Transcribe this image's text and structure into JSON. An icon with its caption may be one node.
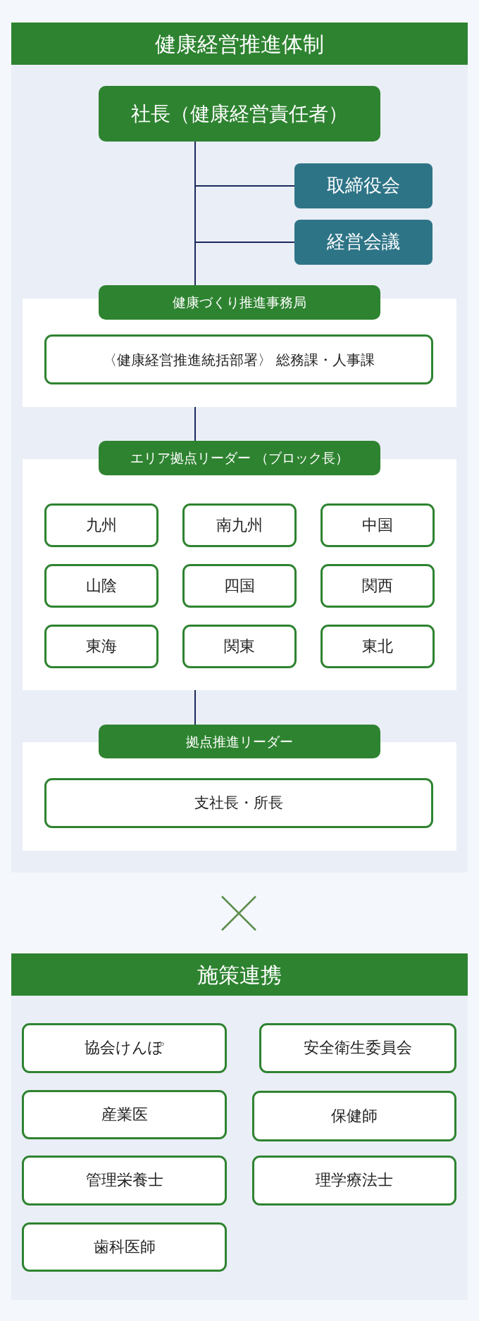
{
  "diagram": {
    "nodes": [
      {
        "text": [
          "健康経営推進体制"
        ]
      },
      {
        "text": [
          "社長（健康経営責任者）"
        ],
        "in": 0
      },
      {
        "text": [
          "取締役会"
        ],
        "in": 0
      },
      {
        "text": [
          "経営会議"
        ],
        "in": 0
      },
      {
        "text": [
          "健康づくり推進事務局"
        ],
        "in": 0
      },
      {
        "text": [
          "〈健康経営推進統括部署〉 総務課・人事課"
        ],
        "in": 4
      },
      {
        "text": [
          "エリア拠点リーダー （ブロック長）"
        ],
        "in": 0
      },
      {
        "text": [
          "九州"
        ],
        "in": 6
      },
      {
        "text": [
          "南九州"
        ],
        "in": 6
      },
      {
        "text": [
          "中国"
        ],
        "in": 6
      },
      {
        "text": [
          "山陰"
        ],
        "in": 6
      },
      {
        "text": [
          "四国"
        ],
        "in": 6
      },
      {
        "text": [
          "関西"
        ],
        "in": 6
      },
      {
        "text": [
          "東海"
        ],
        "in": 6
      },
      {
        "text": [
          "関東"
        ],
        "in": 6
      },
      {
        "text": [
          "東北"
        ],
        "in": 6
      },
      {
        "text": [
          "拠点推進リーダー"
        ],
        "in": 0
      },
      {
        "text": [
          "支社長・所長"
        ],
        "in": 16
      },
      {
        "text": [
          "施策連携"
        ]
      },
      {
        "text": [
          "協会けんぽ"
        ],
        "in": 18
      },
      {
        "text": [
          "安全衛生委員会"
        ],
        "in": 18
      },
      {
        "text": [
          "産業医"
        ],
        "in": 18
      },
      {
        "text": [
          "保健師"
        ],
        "in": 18
      },
      {
        "text": [
          "管理栄養士"
        ],
        "in": 18
      },
      {
        "text": [
          "理学療法士"
        ],
        "in": 18
      },
      {
        "text": [
          "歯科医師"
        ],
        "in": 18
      }
    ],
    "edges": [
      {
        "from": 1,
        "to": 2,
        "arrow": "none"
      },
      {
        "from": 1,
        "to": 3,
        "arrow": "none"
      },
      {
        "from": 1,
        "to": 4,
        "arrow": "none"
      },
      {
        "from": 4,
        "to": 6,
        "arrow": "none"
      },
      {
        "from": 6,
        "to": 16,
        "arrow": "none"
      }
    ]
  }
}
